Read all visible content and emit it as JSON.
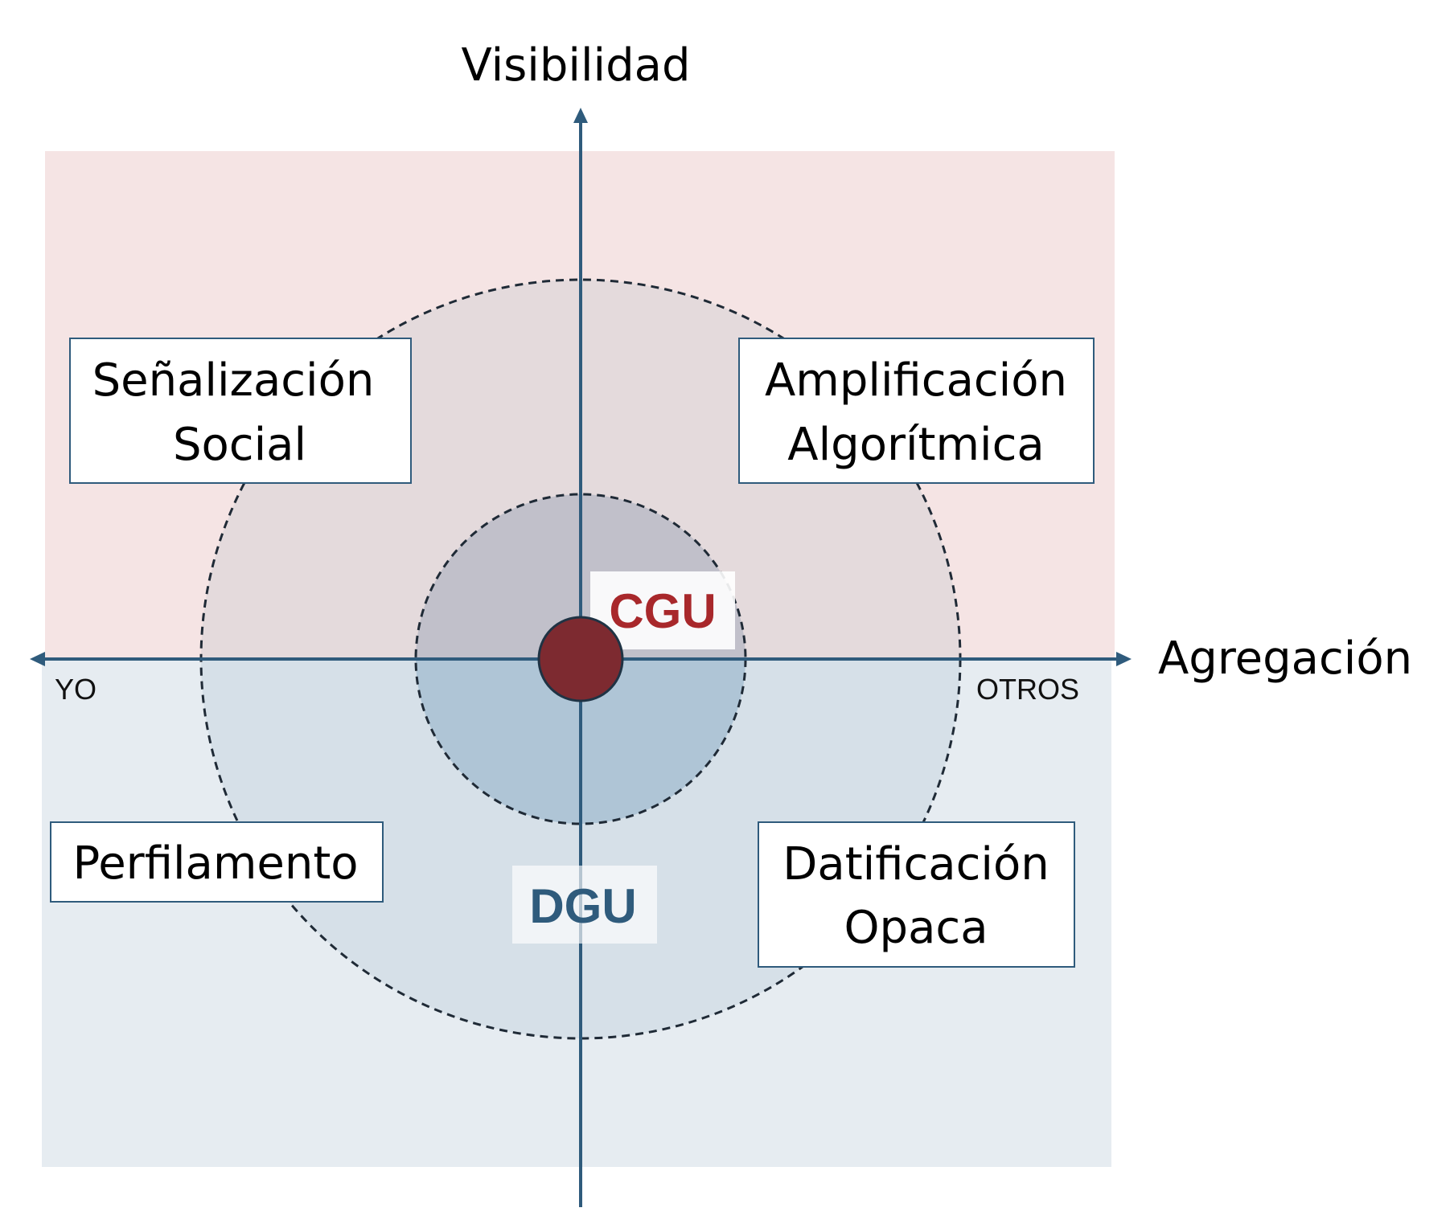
{
  "axes": {
    "vertical_title": "Visibilidad",
    "horizontal_title": "Agregación",
    "left_label": "YO",
    "right_label": "OTROS"
  },
  "center": {
    "top_label": "CGU",
    "bottom_label": "DGU"
  },
  "quadrants": {
    "top_left": [
      "Señalización",
      "Social"
    ],
    "top_right": [
      "Amplificación",
      "Algorítmica"
    ],
    "bottom_left": [
      "Perfilamento"
    ],
    "bottom_right": [
      "Datificación",
      "Opaca"
    ]
  },
  "colors": {
    "top_region": "#f5e4e4",
    "bottom_region": "#e6ecf1",
    "axis": "#2f5b7c",
    "core": "#7d2a30",
    "cgu_text": "#a8282b",
    "dgu_text": "#2f5b7c"
  }
}
